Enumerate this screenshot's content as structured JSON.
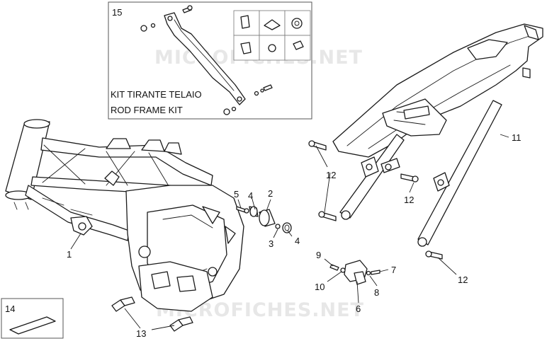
{
  "kit_box": {
    "number": "15",
    "title_it": "KIT TIRANTE TELAIO",
    "title_en": "ROD FRAME KIT"
  },
  "box_14": {
    "number": "14"
  },
  "callouts": {
    "c1": "1",
    "c2": "2",
    "c3": "3",
    "c4a": "4",
    "c4b": "4",
    "c5": "5",
    "c6": "6",
    "c7": "7",
    "c8": "8",
    "c9": "9",
    "c10": "10",
    "c11": "11",
    "c12a": "12",
    "c12b": "12",
    "c12c": "12",
    "c12d": "12",
    "c13": "13"
  },
  "watermarks": {
    "top": "MICROFICHES.NET",
    "bottom": "MICROFICHES.NET"
  },
  "colors": {
    "line": "#1a1a1a",
    "watermark": "#c9c9c9",
    "box_border": "#555555"
  }
}
